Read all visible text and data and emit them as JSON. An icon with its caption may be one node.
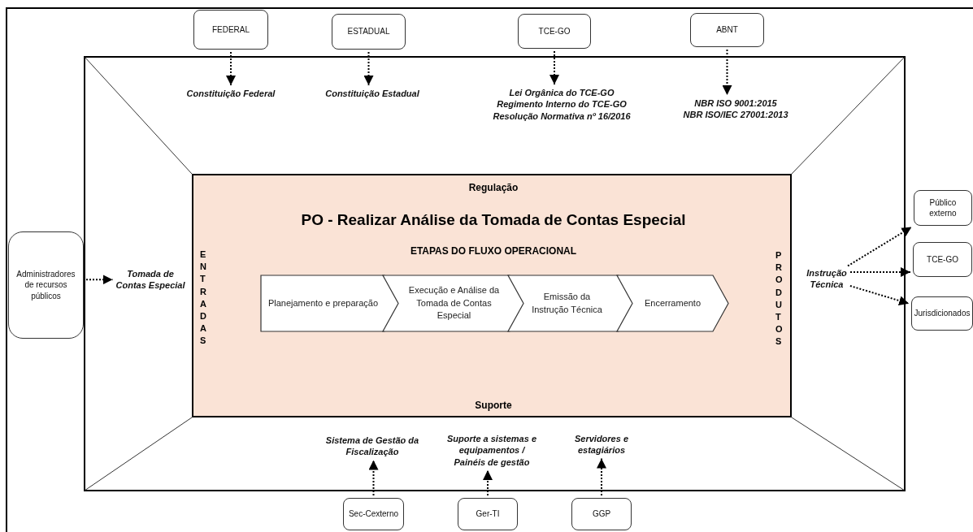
{
  "diagram": {
    "nodes": [
      {
        "text": [
          "FEDERAL"
        ]
      },
      {
        "text": [
          "Constituição Federal"
        ]
      },
      {
        "text": [
          "ESTADUAL"
        ]
      },
      {
        "text": [
          "Constituição Estadual"
        ]
      },
      {
        "text": [
          "TCE-GO"
        ]
      },
      {
        "text": [
          "Lei Orgânica do TCE-GO",
          "Regimento Interno do TCE-GO",
          "Resolução Normativa nº 16/2016"
        ]
      },
      {
        "text": [
          "ABNT"
        ]
      },
      {
        "text": [
          "NBR ISO 9001:2015",
          "NBR ISO/IEC 27001:2013"
        ]
      },
      {
        "text": [
          "Regulação",
          "PO - Realizar Análise da Tomada de Contas Especial",
          "ETAPAS DO FLUXO OPERACIONAL",
          "ENTRADAS",
          "PRODUTOS",
          "Suporte"
        ]
      },
      {
        "text": [
          "Planejamento e preparação"
        ],
        "in": 8
      },
      {
        "text": [
          "Execução e Análise da Tomada de Contas Especial"
        ],
        "in": 8
      },
      {
        "text": [
          "Emissão da Instrução Técnica"
        ],
        "in": 8
      },
      {
        "text": [
          "Encerramento"
        ],
        "in": 8
      },
      {
        "text": [
          "Administradores de recursos públicos"
        ]
      },
      {
        "text": [
          "Tomada de Contas Especial"
        ]
      },
      {
        "text": [
          "Instrução Técnica"
        ]
      },
      {
        "text": [
          "Público externo"
        ]
      },
      {
        "text": [
          "TCE-GO"
        ]
      },
      {
        "text": [
          "Jurisdicionados"
        ]
      },
      {
        "text": [
          "Sistema de Gestão da Fiscalização"
        ]
      },
      {
        "text": [
          "Suporte a sistemas e equipamentos / Painéis de gestão"
        ]
      },
      {
        "text": [
          "Servidores e estagiários"
        ]
      },
      {
        "text": [
          "Sec-Cexterno"
        ]
      },
      {
        "text": [
          "Ger-TI"
        ]
      },
      {
        "text": [
          "GGP"
        ]
      }
    ],
    "edges": [
      {
        "from": 0,
        "to": 1,
        "arrow": "to"
      },
      {
        "from": 2,
        "to": 3,
        "arrow": "to"
      },
      {
        "from": 4,
        "to": 5,
        "arrow": "to"
      },
      {
        "from": 6,
        "to": 7,
        "arrow": "to"
      },
      {
        "from": 13,
        "to": 14,
        "arrow": "to"
      },
      {
        "from": 15,
        "to": 16,
        "arrow": "to"
      },
      {
        "from": 15,
        "to": 17,
        "arrow": "to"
      },
      {
        "from": 15,
        "to": 18,
        "arrow": "to"
      },
      {
        "from": 22,
        "to": 19,
        "arrow": "to"
      },
      {
        "from": 23,
        "to": 20,
        "arrow": "to"
      },
      {
        "from": 24,
        "to": 21,
        "arrow": "to"
      }
    ]
  }
}
